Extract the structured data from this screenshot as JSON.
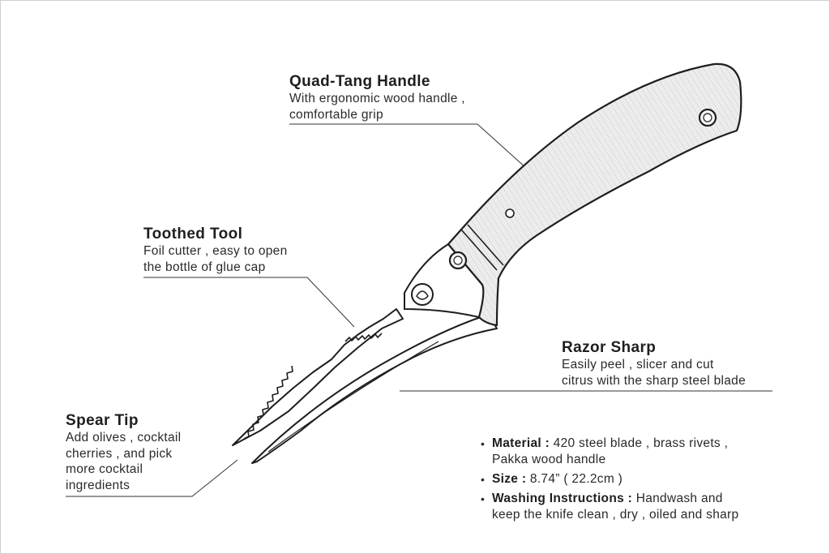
{
  "callouts": {
    "handle": {
      "title": "Quad-Tang Handle",
      "desc": [
        "With ergonomic wood handle ,",
        "comfortable grip"
      ]
    },
    "toothed": {
      "title": "Toothed Tool",
      "desc": [
        "Foil cutter , easy to open",
        "the bottle of glue cap"
      ]
    },
    "razor": {
      "title": "Razor Sharp",
      "desc": [
        "Easily peel , slicer and cut",
        "citrus with the sharp steel blade"
      ]
    },
    "spear": {
      "title": "Spear Tip",
      "desc": [
        "Add olives , cocktail",
        "cherries , and pick",
        "more cocktail",
        "ingredients"
      ]
    }
  },
  "specs": [
    {
      "bullet": "•",
      "key": "Material :",
      "value": "420 steel blade , brass rivets ,",
      "value2": "Pakka wood handle"
    },
    {
      "bullet": "•",
      "key": "Size :",
      "value": "8.74” ( 22.2cm )",
      "value2": ""
    },
    {
      "bullet": "•",
      "key": "Washing Instructions :",
      "value": "Handwash and",
      "value2": "keep the knife clean , dry , oiled and sharp"
    }
  ],
  "colors": {
    "ink": "#1e1e1e",
    "wood": "#ececec",
    "steel": "#ffffff"
  }
}
